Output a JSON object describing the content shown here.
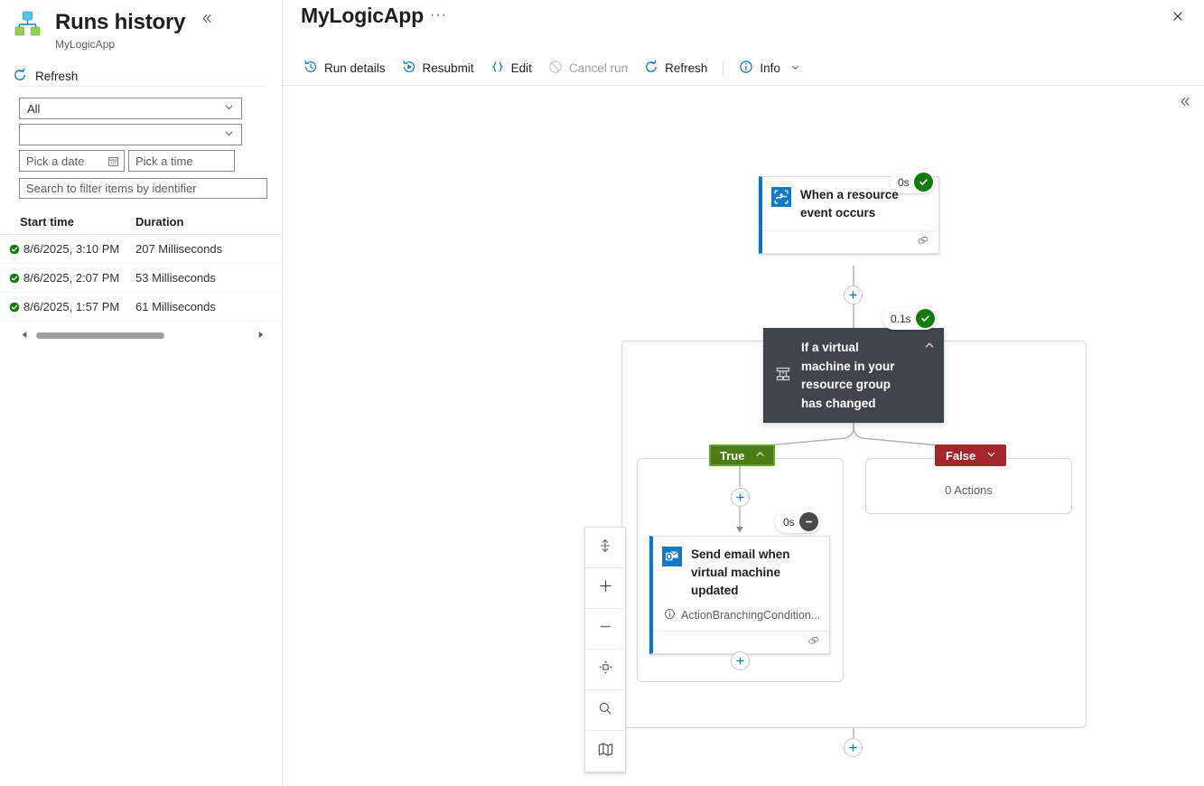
{
  "runs_panel": {
    "logo_icon": "logic-apps-logo",
    "title": "Runs history",
    "subtitle": "MyLogicApp",
    "collapse_icon": "chevron-double-left-icon",
    "refresh_label": "Refresh",
    "refresh_icon": "refresh-icon",
    "filters": {
      "status_value": "All",
      "status_chevron": "chevron-down-icon",
      "secondary_value": "",
      "secondary_chevron": "chevron-down-icon",
      "date_placeholder": "Pick a date",
      "date_icon": "calendar-icon",
      "time_placeholder": "Pick a time",
      "search_placeholder": "Search to filter items by identifier"
    },
    "table": {
      "columns": [
        "Start time",
        "Duration"
      ],
      "rows": [
        {
          "status": "Succeeded",
          "status_icon": "success-check-icon",
          "start_time": "8/6/2025, 3:10 PM",
          "duration": "207 Milliseconds"
        },
        {
          "status": "Succeeded",
          "status_icon": "success-check-icon",
          "start_time": "8/6/2025, 2:07 PM",
          "duration": "53 Milliseconds"
        },
        {
          "status": "Succeeded",
          "status_icon": "success-check-icon",
          "start_time": "8/6/2025, 1:57 PM",
          "duration": "61 Milliseconds"
        }
      ],
      "scroll_left_icon": "triangle-left-icon",
      "scroll_right_icon": "triangle-right-icon"
    }
  },
  "main": {
    "title": "MyLogicApp",
    "ellipsis": "···",
    "close_icon": "close-icon",
    "collapse_icon": "chevron-double-left-icon",
    "toolbar": [
      {
        "label": "Run details",
        "icon": "history-clock-icon",
        "disabled": false
      },
      {
        "label": "Resubmit",
        "icon": "replay-icon",
        "disabled": false
      },
      {
        "label": "Edit",
        "icon": "code-braces-icon",
        "disabled": false
      },
      {
        "label": "Cancel run",
        "icon": "cancel-circle-icon",
        "disabled": true
      },
      {
        "label": "Refresh",
        "icon": "refresh-icon",
        "disabled": false
      },
      {
        "label": "Info",
        "icon": "info-circle-icon",
        "disabled": false,
        "caret": true
      }
    ]
  },
  "workflow": {
    "trigger": {
      "name": "When a resource event occurs",
      "icon": "event-grid-icon",
      "duration": "0s",
      "status": "Succeeded",
      "status_icon": "success-check-icon",
      "footer_icon": "link-chain-icon"
    },
    "condition": {
      "name": "If a virtual machine in your resource group has changed",
      "icon": "condition-branch-icon",
      "duration": "0.1s",
      "status": "Succeeded",
      "status_icon": "success-check-icon",
      "collapse_icon": "chevron-up-icon",
      "selected": true
    },
    "true_branch": {
      "label": "True",
      "chevron_icon": "chevron-up-icon",
      "action": {
        "name": "Send email when virtual machine updated",
        "icon": "outlook-icon",
        "message": "ActionBranchingCondition...",
        "message_icon": "info-circle-icon",
        "duration": "0s",
        "status": "Skipped",
        "status_icon": "skipped-dash-icon",
        "footer_icon": "link-chain-icon"
      }
    },
    "false_branch": {
      "label": "False",
      "chevron_icon": "chevron-down-icon",
      "empty_text": "0 Actions"
    },
    "add_icon": "plus-icon"
  },
  "zoom_controls": [
    {
      "name": "fit-to-screen",
      "icon": "fit-height-icon"
    },
    {
      "name": "zoom-in",
      "icon": "plus-icon"
    },
    {
      "name": "zoom-out",
      "icon": "minus-icon"
    },
    {
      "name": "reset-view",
      "icon": "pan-reposition-icon"
    },
    {
      "name": "search-canvas",
      "icon": "search-icon"
    },
    {
      "name": "minimap",
      "icon": "map-icon"
    }
  ],
  "colors": {
    "accent": "#0078d4",
    "success": "#107c10",
    "skipped": "#4a4a4a",
    "true_green": "#4b7c16",
    "false_red": "#a4262c",
    "selected_dark": "#3f444d"
  }
}
